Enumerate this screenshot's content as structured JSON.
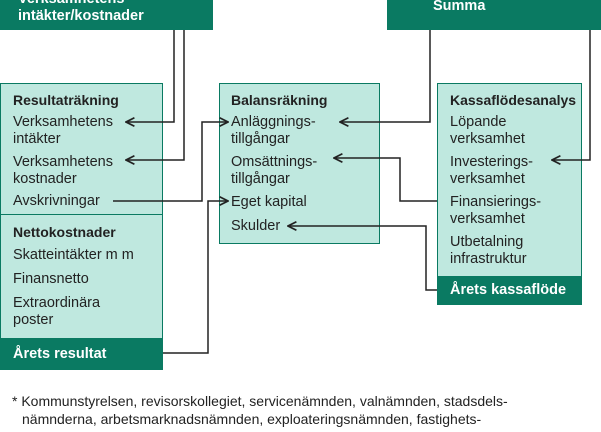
{
  "top_left_header": "Verksamhetens intäkter/kostnader",
  "top_right_header": "Summa",
  "resultat": {
    "title": "Resultaträkning",
    "items": [
      "Verksamhetens intäkter",
      "Verksamhetens kostnader",
      "Avskrivningar"
    ],
    "netto_title": "Nettokostnader",
    "netto_items": [
      "Skatteintäkter m m",
      "Finansnetto",
      "Extraordinära poster"
    ],
    "footer": "Årets resultat"
  },
  "balans": {
    "title": "Balansräkning",
    "items": [
      "Anläggnings-tillgångar",
      "Omsättnings-tillgångar",
      "Eget kapital",
      "Skulder"
    ]
  },
  "kassa": {
    "title": "Kassaflödesanalys",
    "items": [
      "Löpande verksamhet",
      "Investerings-verksamhet",
      "Finansierings-verksamhet",
      "Utbetalning infrastruktur"
    ],
    "footer": "Årets kassaflöde"
  },
  "footnote": "* Kommunstyrelsen, revisorskollegiet, servicenämnden, valnämnden, stadsdels-nämnderna, arbetsmarknadsnämnden, exploateringsnämnden, fastighets-"
}
